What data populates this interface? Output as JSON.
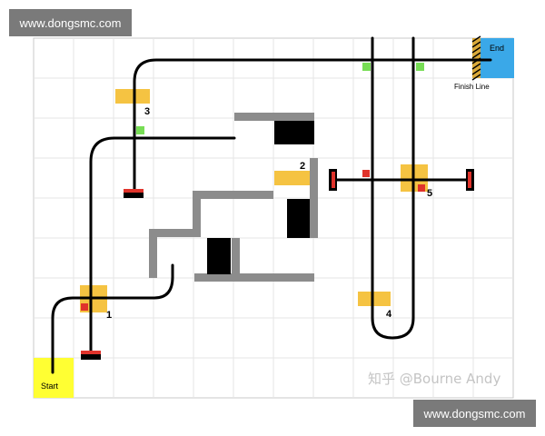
{
  "watermark_top": "www.dongsmc.com",
  "watermark_bottom": "www.dongsmc.com",
  "credit": "知乎 @Bourne Andy",
  "start_label": "Start",
  "end_label": "End",
  "finish_label": "Finish Line",
  "checkpoints": [
    "1",
    "2",
    "3",
    "4",
    "5"
  ],
  "colors": {
    "track": "#000000",
    "wall": "#8c8c8c",
    "block": "#000000",
    "checkpoint": "#f5c342",
    "start": "#ffff33",
    "end": "#3aa8e8",
    "green_marker": "#77dd55",
    "red_marker": "#e0332b",
    "grid": "#e6e6e6"
  }
}
